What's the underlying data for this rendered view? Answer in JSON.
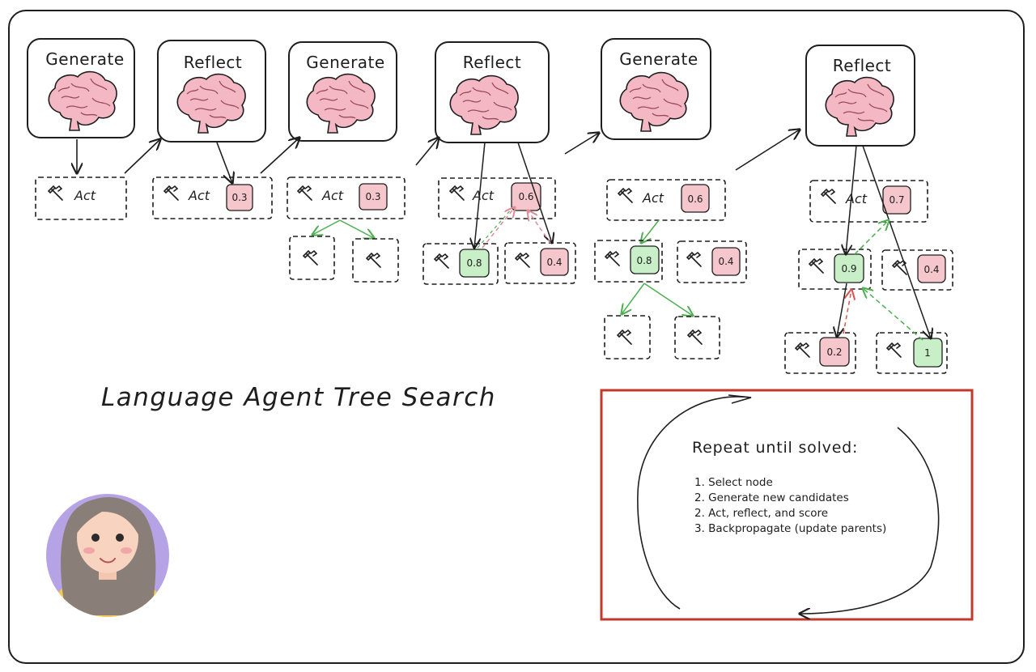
{
  "title": "Language Agent Tree Search",
  "steps": [
    {
      "label": "Generate"
    },
    {
      "label": "Reflect"
    },
    {
      "label": "Generate"
    },
    {
      "label": "Reflect"
    },
    {
      "label": "Generate"
    },
    {
      "label": "Reflect"
    }
  ],
  "act_label": "Act",
  "tool_icon": "hammer-pick-icon",
  "brain_icon": "brain-icon",
  "colors": {
    "ink": "#1e1e1e",
    "score_low": "#f5c6cb",
    "score_high": "#c9efc9",
    "arrow_green": "#4caf50",
    "arrow_red": "#d9534f",
    "loop_box": "#c0392b",
    "brain": "#f4b8c4"
  },
  "scores": {
    "s2_act": "0.3",
    "s3_act": "0.3",
    "s4_act": "0.6",
    "s4_left": "0.8",
    "s4_right": "0.4",
    "s5_act": "0.6",
    "s5_left": "0.8",
    "s5_right": "0.4",
    "s6_act": "0.7",
    "s6_mid": "0.9",
    "s6_right": "0.4",
    "s6_bl": "0.2",
    "s6_br": "1"
  },
  "repeat": {
    "title": "Repeat until solved:",
    "items": [
      "1. Select node",
      "2. Generate new candidates",
      "2. Act, reflect, and score",
      "3. Backpropagate (update parents)"
    ]
  }
}
